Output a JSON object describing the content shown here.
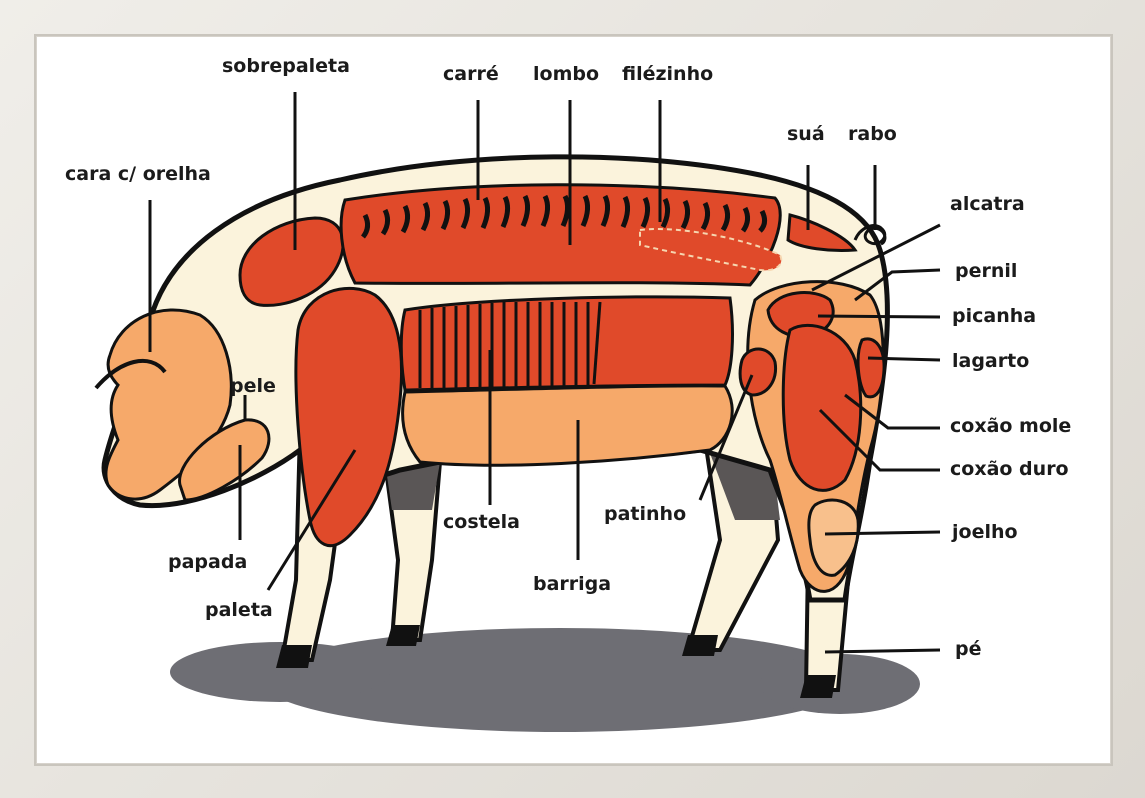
{
  "labels": {
    "sobrepaleta": "sobrepaleta",
    "carre": "carré",
    "lombo": "lombo",
    "filezinho": "filézinho",
    "sua": "suá",
    "rabo": "rabo",
    "cara_orelha": "cara c/ orelha",
    "alcatra": "alcatra",
    "pernil": "pernil",
    "picanha": "picanha",
    "lagarto": "lagarto",
    "coxao_mole": "coxão mole",
    "coxao_duro": "coxão duro",
    "joelho": "joelho",
    "pe": "pé",
    "pele": "pele",
    "papada": "papada",
    "paleta": "paleta",
    "costela": "costela",
    "barriga": "barriga",
    "patinho": "patinho"
  },
  "colors": {
    "outline": "#111111",
    "body_cream": "#fbf3dc",
    "cut_red": "#e04a2a",
    "cut_orange": "#f6a96a",
    "cut_light_orange": "#f8c08c",
    "hoof": "#111111",
    "leg_shadow": "#5a5656",
    "ground_shadow": "#6e6e74"
  }
}
